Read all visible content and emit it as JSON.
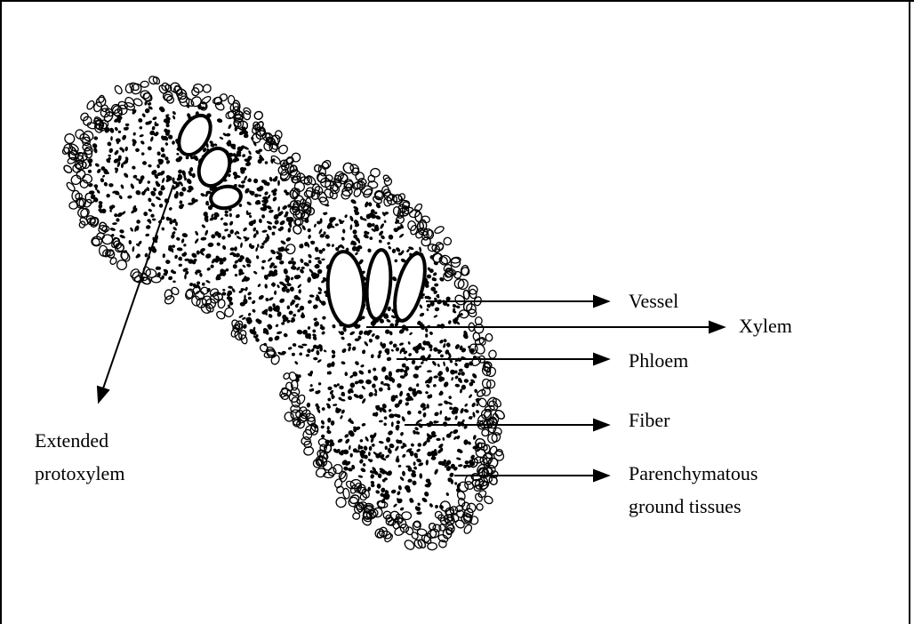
{
  "labels": {
    "vessel": "Vessel",
    "xylem": "Xylem",
    "phloem": "Phloem",
    "fiber": "Fiber",
    "parenchyma_line1": "Parenchymatous",
    "parenchyma_line2": "ground tissues",
    "protoxylem_line1": "Extended",
    "protoxylem_line2": "protoxylem"
  },
  "colors": {
    "ink": "#000000",
    "background": "#ffffff"
  }
}
